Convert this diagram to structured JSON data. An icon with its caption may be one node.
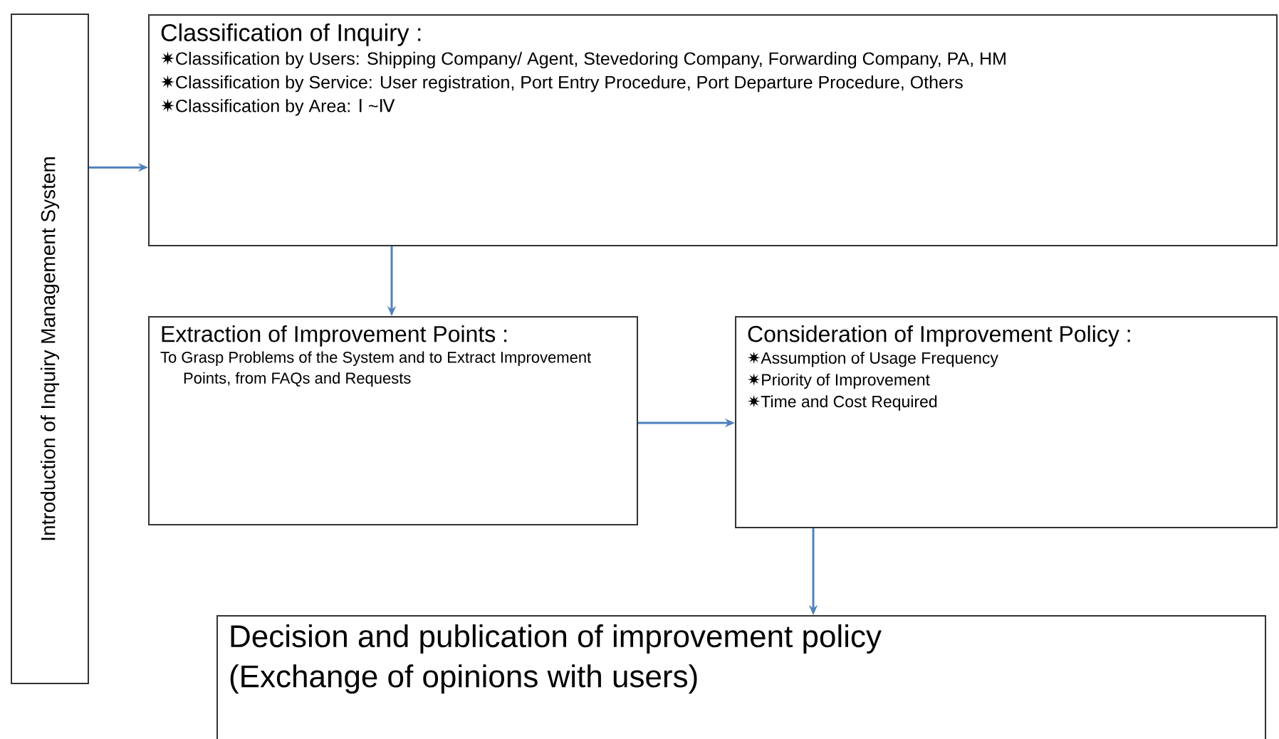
{
  "diagram": {
    "nodes": [
      {
        "text": [
          "Introduction of Inquiry Management System"
        ]
      },
      {
        "text": [
          "Classification of Inquiry :",
          "✷Classification by Users: Shipping Company/ Agent, Stevedoring Company, Forwarding Company, PA, HM",
          "✷Classification by Service: User registration, Port Entry Procedure, Port Departure Procedure, Others",
          "✷Classification by Area: Ⅰ ~Ⅳ"
        ]
      },
      {
        "text": [
          "Extraction of Improvement Points :",
          "To Grasp Problems of the System and to Extract Improvement Points, from FAQs and Requests"
        ]
      },
      {
        "text": [
          "Consideration of Improvement Policy :",
          "✷Assumption of Usage Frequency",
          "✷Priority of Improvement",
          "✷Time and Cost Required"
        ]
      },
      {
        "text": [
          "Decision and publication of improvement policy",
          "(Exchange of opinions with users)"
        ]
      }
    ],
    "edges": [
      {
        "from": 0,
        "to": 1,
        "arrow": "to"
      },
      {
        "from": 1,
        "to": 2,
        "arrow": "to"
      },
      {
        "from": 2,
        "to": 3,
        "arrow": "to"
      },
      {
        "from": 3,
        "to": 4,
        "arrow": "to"
      }
    ]
  }
}
